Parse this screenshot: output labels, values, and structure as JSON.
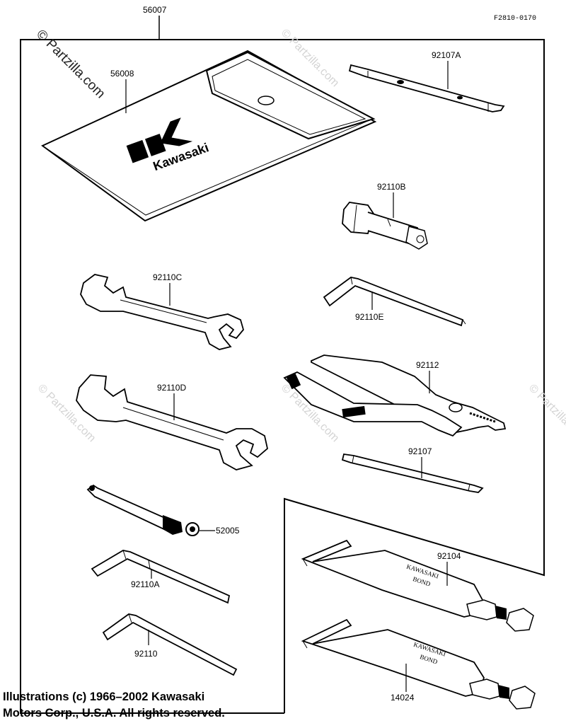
{
  "figure_ref": "F2810-0170",
  "brand_text": "Kawasaki",
  "watermark": "© Partzilla.com",
  "copyright": {
    "line1": "Illustrations (c) 1966–2002 Kawasaki",
    "line2": "Motors Corp., U.S.A. All rights reserved."
  },
  "parts": {
    "tool_kit": "56007",
    "tool_bag": "56008",
    "screwdriver_a": "92107A",
    "socket_b": "92110B",
    "wrench_c": "92110C",
    "hex_key_e": "92110E",
    "pliers": "92112",
    "wrench_d": "92110D",
    "screwdriver": "92107",
    "grip": "52005",
    "hex_key_a": "92110A",
    "bond_tube_a": "92104",
    "hex_key": "92110",
    "bond_tube_b": "14024"
  },
  "tube_labels": {
    "line1": "KAWASAKI",
    "line2": "BOND"
  }
}
